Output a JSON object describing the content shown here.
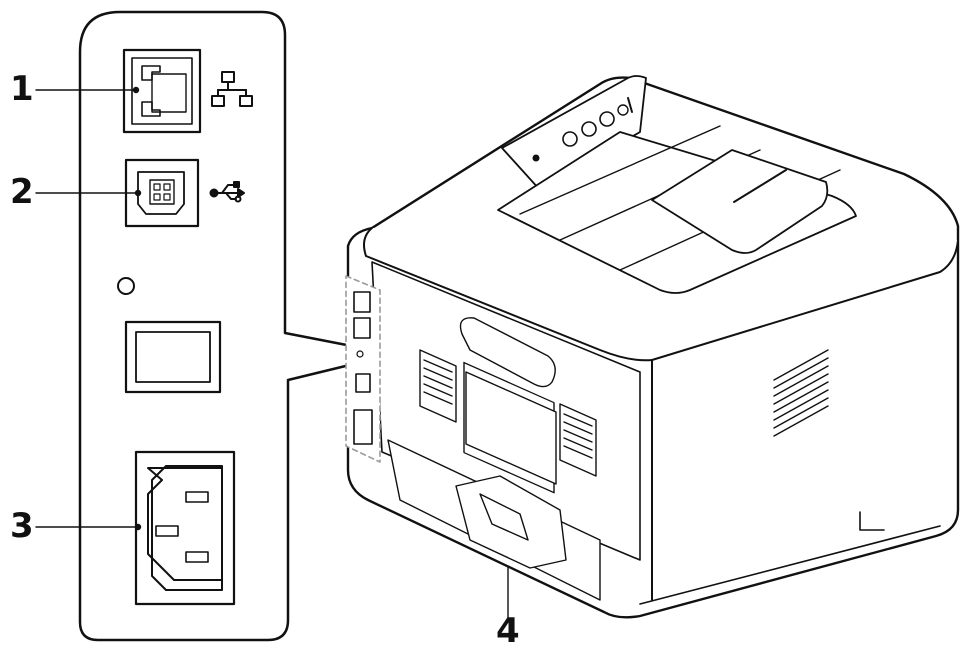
{
  "callouts": [
    {
      "id": "1",
      "label": "1"
    },
    {
      "id": "2",
      "label": "2"
    },
    {
      "id": "3",
      "label": "3"
    },
    {
      "id": "4",
      "label": "4"
    }
  ],
  "icons": {
    "port_1": "network-icon",
    "port_2": "usb-icon"
  },
  "colors": {
    "line": "#111111",
    "printer_fill": "#ffffff",
    "dash_box": "#9a9a9a"
  }
}
